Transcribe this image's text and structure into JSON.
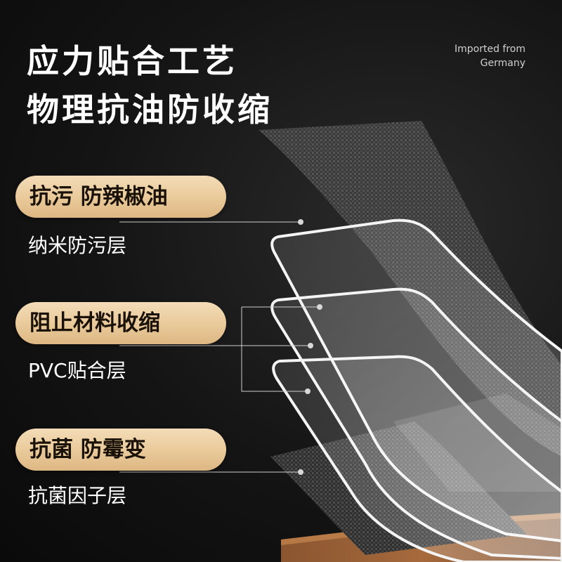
{
  "headline": {
    "line1": "应力贴合工艺",
    "line2": "物理抗油防收缩"
  },
  "origin": {
    "line1": "Imported from",
    "line2": "Germany"
  },
  "features": [
    {
      "badge": "抗污 防辣椒油",
      "layer": "纳米防污层"
    },
    {
      "badge": "阻止材料收缩",
      "layer": "PVC贴合层"
    },
    {
      "badge": "抗菌 防霉变",
      "layer": "抗菌因子层"
    }
  ],
  "colors": {
    "background": "#111111",
    "badge": "#e9c999",
    "badge_text": "#1a1208",
    "text": "#ffffff"
  }
}
